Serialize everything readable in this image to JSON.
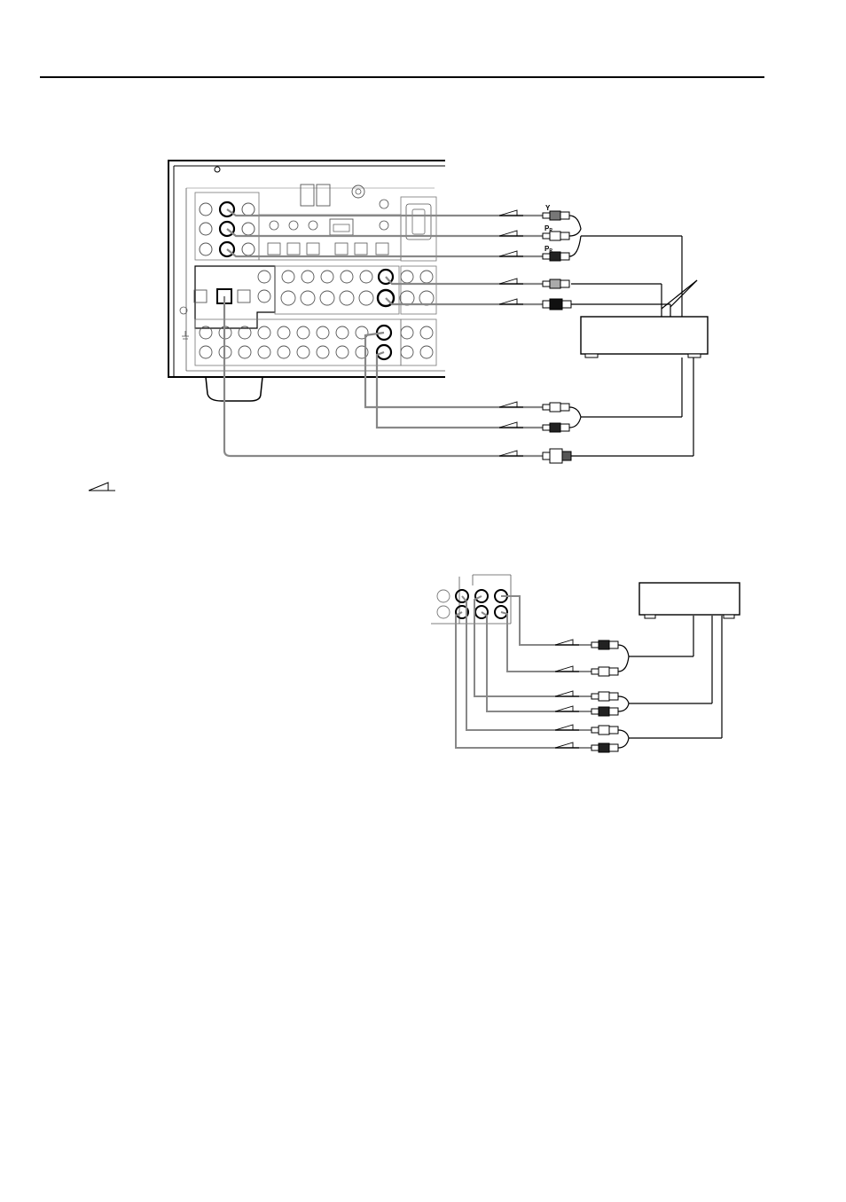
{
  "figure_1": {
    "component_labels": {
      "y": "Y",
      "pr_1": "P",
      "pr_1_sub": "R",
      "pr_2": "P",
      "pr_2_sub": "R"
    }
  }
}
